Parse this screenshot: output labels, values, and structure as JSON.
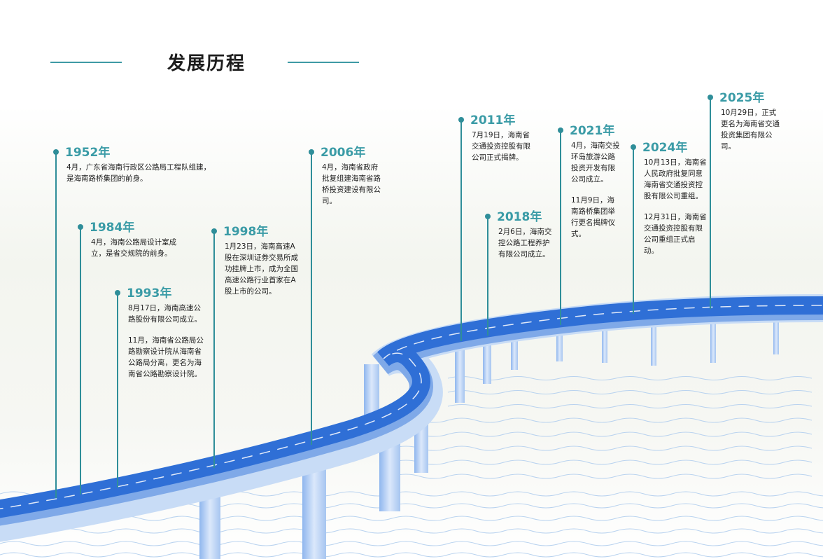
{
  "header": {
    "title": "发展历程"
  },
  "milestones": [
    {
      "year": "1952年",
      "texts": [
        "4月，广东省海南行政区公路局工程队组建，是海南路桥集团的前身。"
      ]
    },
    {
      "year": "1984年",
      "texts": [
        "4月，海南公路局设计室成立，是省交规院的前身。"
      ]
    },
    {
      "year": "1993年",
      "texts": [
        "8月17日，海南高速公路股份有限公司成立。",
        "11月，海南省公路局公路勘察设计院从海南省公路局分离，更名为海南省公路勘察设计院。"
      ]
    },
    {
      "year": "1998年",
      "texts": [
        "1月23日，海南高速A股在深圳证券交易所成功挂牌上市，成为全国高速公路行业首家在A股上市的公司。"
      ]
    },
    {
      "year": "2006年",
      "texts": [
        "4月，海南省政府批复组建海南省路桥投资建设有限公司。"
      ]
    },
    {
      "year": "2011年",
      "texts": [
        "7月19日，海南省交通投资控股有限公司正式揭牌。"
      ]
    },
    {
      "year": "2018年",
      "texts": [
        "2月6日，海南交控公路工程养护有限公司成立。"
      ]
    },
    {
      "year": "2021年",
      "texts": [
        "4月，海南交投环岛旅游公路投资开发有限公司成立。",
        "11月9日，海南路桥集团举行更名揭牌仪式。"
      ]
    },
    {
      "year": "2024年",
      "texts": [
        "10月13日，海南省人民政府批复同意海南省交通投资控股有限公司重组。",
        "12月31日，海南省交通投资控股有限公司重组正式启动。"
      ]
    },
    {
      "year": "2025年",
      "texts": [
        "10月29日，正式更名为海南省交通投资集团有限公司。"
      ]
    }
  ],
  "colors": {
    "accent": "#3a9ba6",
    "stem": "#2f8e99",
    "road": "#2f6fd6",
    "road_light": "#9fc2f2",
    "water": "#a9c9ec"
  }
}
